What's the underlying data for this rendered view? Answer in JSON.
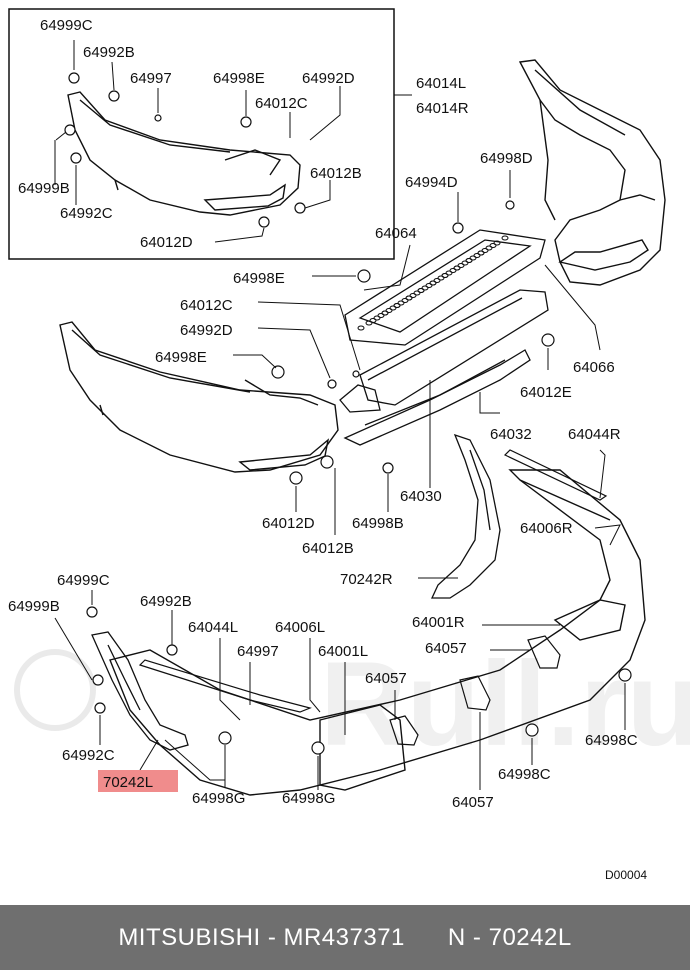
{
  "labels": {
    "p64999c_top": "64999C",
    "p64992b_top": "64992B",
    "p64997_top": "64997",
    "p64998e_top": "64998E",
    "p64992d_top": "64992D",
    "p64014l": "64014L",
    "p64014r": "64014R",
    "p64012c_top": "64012C",
    "p64999b_top": "64999B",
    "p64992c_top": "64992C",
    "p64012b_top": "64012B",
    "p64012d_top": "64012D",
    "p64998d": "64998D",
    "p64994d": "64994D",
    "p64064": "64064",
    "p64998e_mid": "64998E",
    "p64012c_mid": "64012C",
    "p64992d_mid": "64992D",
    "p64998e_left": "64998E",
    "p64066": "64066",
    "p64012e": "64012E",
    "p64032": "64032",
    "p64044r": "64044R",
    "p64030": "64030",
    "p64012d_mid": "64012D",
    "p64998b": "64998B",
    "p64012b_mid": "64012B",
    "p64006r": "64006R",
    "p70242r": "70242R",
    "p64999c_low": "64999C",
    "p64999b_low": "64999B",
    "p64992b_low": "64992B",
    "p64044l": "64044L",
    "p64006l": "64006L",
    "p64997_low": "64997",
    "p64001l": "64001L",
    "p64001r": "64001R",
    "p64057_a": "64057",
    "p64057_b": "64057",
    "p64057_c": "64057",
    "p64992c_low": "64992C",
    "p70242l": "70242L",
    "p64998g_a": "64998G",
    "p64998g_b": "64998G",
    "p64998c_a": "64998C",
    "p64998c_b": "64998C",
    "drawing_code": "D00004"
  },
  "watermark": "Rull.ru",
  "highlight_color": "#f08c8c",
  "footer": {
    "brand": "MITSUBISHI",
    "part_number": "MR437371",
    "n_label": "N",
    "n_value": "70242L"
  }
}
